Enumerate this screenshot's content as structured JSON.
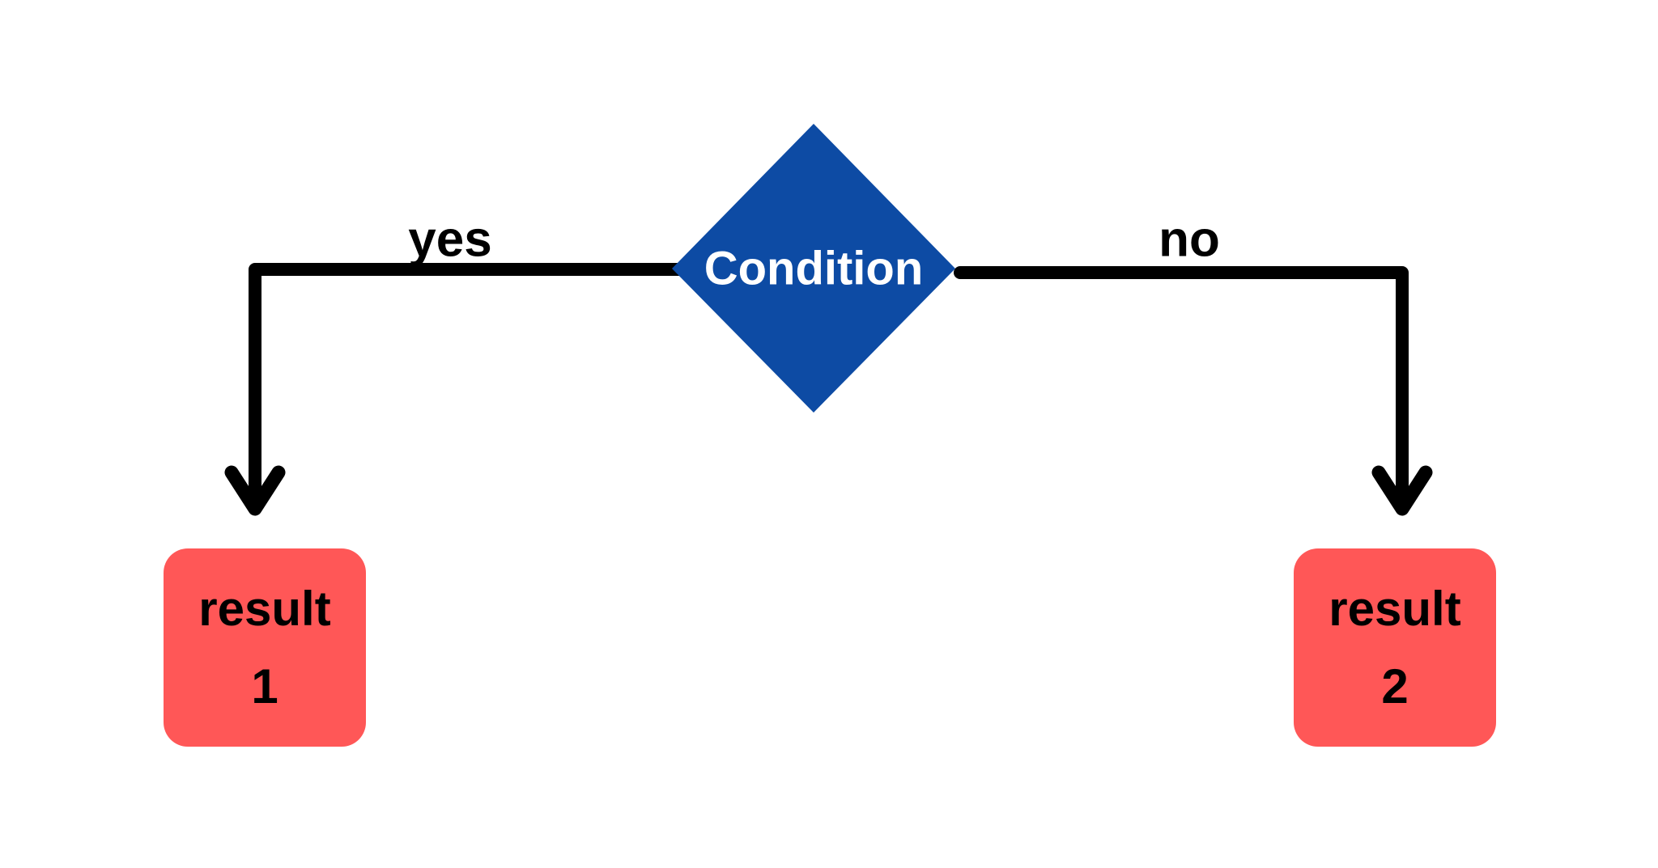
{
  "flowchart": {
    "background": "#ffffff",
    "line_color": "#000000",
    "condition": {
      "label": "Condition",
      "fill": "#0d4ba4",
      "text_color": "#ffffff"
    },
    "branch_yes": {
      "label": "yes"
    },
    "branch_no": {
      "label": "no"
    },
    "result1": {
      "line1": "result",
      "line2": "1",
      "fill": "#ff5757",
      "text_color": "#000000"
    },
    "result2": {
      "line1": "result",
      "line2": "2",
      "fill": "#ff5757",
      "text_color": "#000000"
    }
  }
}
